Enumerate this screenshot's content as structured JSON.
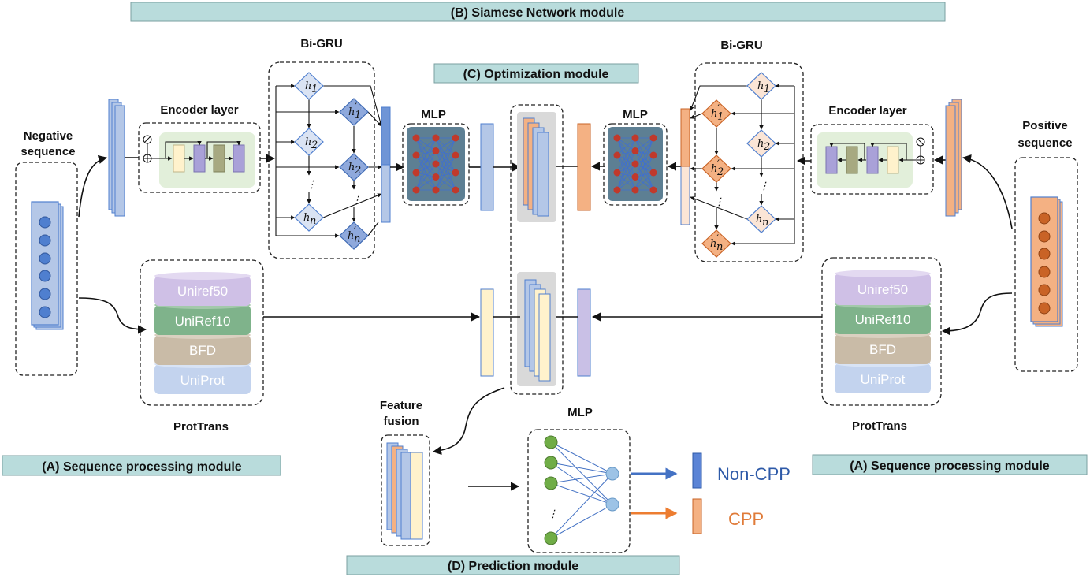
{
  "modules": {
    "siamese": "(B) Siamese Network module",
    "optimization": "(C) Optimization module",
    "seq_left": "(A) Sequence processing module",
    "seq_right": "(A) Sequence processing module",
    "prediction": "(D) Prediction module"
  },
  "labels": {
    "bigru_left": "Bi-GRU",
    "bigru_right": "Bi-GRU",
    "encoder_left": "Encoder layer",
    "encoder_right": "Encoder layer",
    "mlp_left": "MLP",
    "mlp_right": "MLP",
    "mlp_bottom": "MLP",
    "neg_line1": "Negative",
    "neg_line2": "sequence",
    "pos_line1": "Positive",
    "pos_line2": "sequence",
    "protrans_left": "ProtTrans",
    "protrans_right": "ProtTrans",
    "fusion_line1": "Feature",
    "fusion_line2": "fusion",
    "non_cpp": "Non-CPP",
    "cpp": "CPP"
  },
  "gru_cells": {
    "h1": "h",
    "h2": "h",
    "hn": "h",
    "sub1": "1",
    "sub2": "2",
    "subn": "n",
    "prime": "′",
    "ellipsis": "⋮"
  },
  "databases": [
    "Uniref50",
    "UniRef10",
    "BFD",
    "UniProt"
  ],
  "colors": {
    "module_bg": "#b9dcdc",
    "negative_blue": "#4f7fcf",
    "positive_orange": "#c96326",
    "vector_blue": "#b4c7e7",
    "vector_orange": "#f4b183",
    "vector_yellow": "#fff2cc",
    "vector_purple": "#c9c0e6",
    "encoder_bg": "#e2efda",
    "mlp_bg": "#5d7f93",
    "neuron_red": "#c0392b",
    "neuron_green": "#70ad47",
    "neuron_blue": "#9dc3e6",
    "db_uniref50": "#cfc0e6",
    "db_uniref10": "#7fb38b",
    "db_bfd": "#c9bba7",
    "db_uniprot": "#c3d3ee",
    "non_cpp_text": "#2e5aa8",
    "cpp_text": "#e07b39",
    "arrow_blue": "#4472c4",
    "arrow_orange": "#ed7d31"
  }
}
